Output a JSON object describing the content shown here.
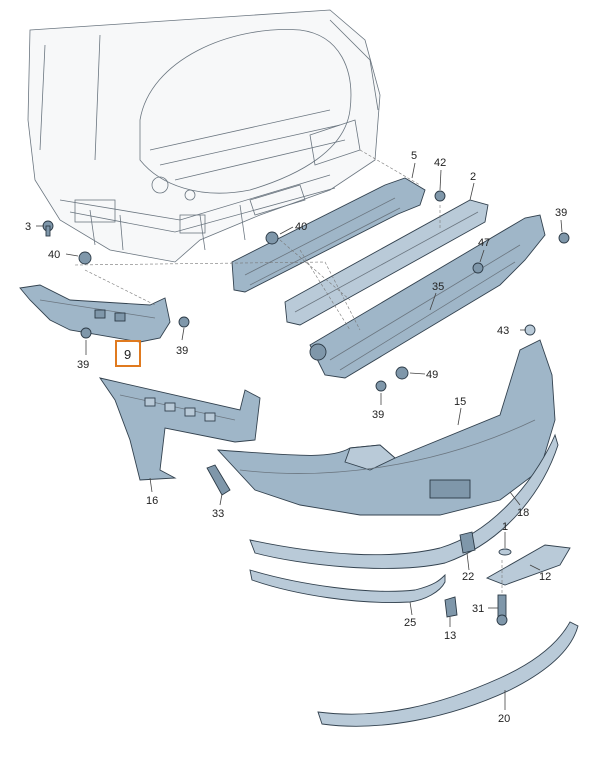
{
  "diagram": {
    "highlighted_callout": "9",
    "highlight_color": "#e07a1f",
    "part_color": "#9fb6c8",
    "callouts": {
      "c5": "5",
      "c42": "42",
      "c2": "2",
      "c39a": "39",
      "c3": "3",
      "c40a": "40",
      "c40b": "40",
      "c47": "47",
      "c35": "35",
      "c39b": "39",
      "c39c": "39",
      "c43": "43",
      "c9": "9",
      "c49": "49",
      "c39d": "39",
      "c15": "15",
      "c16": "16",
      "c33": "33",
      "c18": "18",
      "c1": "1",
      "c22": "22",
      "c12": "12",
      "c31": "31",
      "c25": "25",
      "c13": "13",
      "c20": "20"
    }
  }
}
